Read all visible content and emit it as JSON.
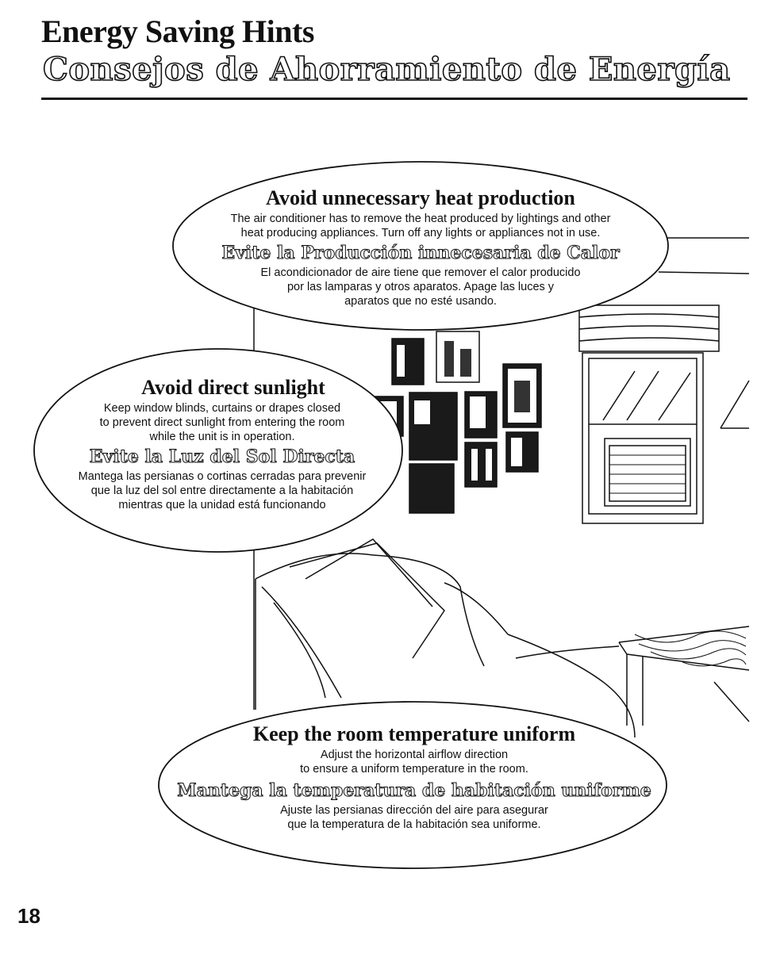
{
  "header": {
    "title_en": "Energy Saving Hints",
    "title_es": "Consejos de Ahorramiento de Energía"
  },
  "hints": [
    {
      "title_en": "Avoid unnecessary heat production",
      "body_en": [
        "The air conditioner has to remove the heat produced by lightings and other",
        "heat producing appliances. Turn off any lights or appliances not in use."
      ],
      "title_es": "Evite la Producción innecesaria de Calor",
      "body_es": [
        "El acondicionador de aire tiene que remover el calor producido",
        "por las lamparas y otros aparatos. Apage las luces y",
        "aparatos que no esté usando."
      ]
    },
    {
      "title_en": "Avoid direct sunlight",
      "body_en": [
        "Keep window blinds, curtains or drapes closed",
        "to prevent direct sunlight from entering the room",
        "while the unit is in operation."
      ],
      "title_es": "Evite la Luz del Sol Directa",
      "body_es": [
        "Mantega las persianas o cortinas cerradas para prevenir",
        "que la luz del sol entre directamente a la habitación",
        "mientras que la unidad está funcionando"
      ]
    },
    {
      "title_en": "Keep the room temperature uniform",
      "body_en": [
        "Adjust the horizontal airflow direction",
        "to ensure a uniform temperature in the room."
      ],
      "title_es": "Mantega la temperatura de habitación uniforme",
      "body_es": [
        "Ajuste las persianas dirección del aire para asegurar",
        "que la temperatura de la habitación sea uniforme."
      ]
    }
  ],
  "page_number": "18"
}
